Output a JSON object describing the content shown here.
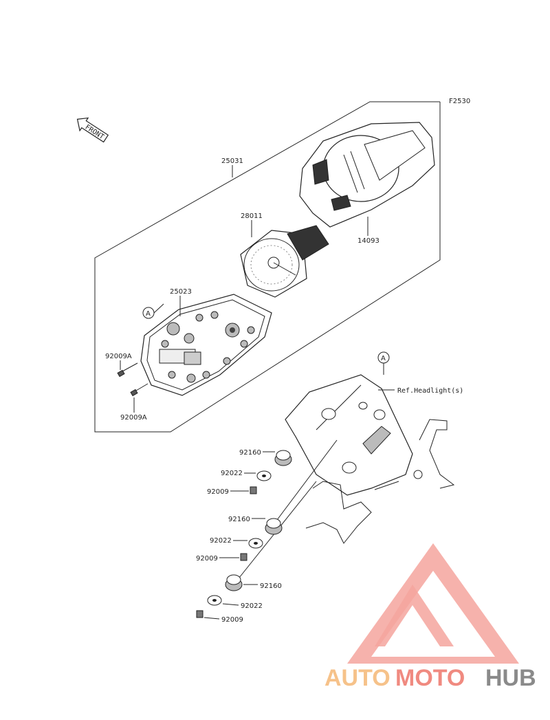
{
  "figure_code": "F2530",
  "front_arrow_label": "FRONT",
  "callout_letter": "A",
  "ref_note": "Ref.Headlight(s)",
  "parts": {
    "meter_assy": "25031",
    "cover": "14093",
    "panel": "28011",
    "case": "25023",
    "screw_upper": "92009A",
    "screw_lower": "92009A",
    "damper_1": "92160",
    "washer_1": "92022",
    "screw_1": "92009",
    "damper_2": "92160",
    "washer_2": "92022",
    "screw_2": "92009",
    "damper_3": "92160",
    "washer_3": "92022",
    "screw_3": "92009"
  },
  "watermark": {
    "part1": "AUTO",
    "part2": "MOTO",
    "part3": "HUB",
    "color_logo": "#f28b82",
    "color_auto": "#f6c28a",
    "color_moto": "#f08a80",
    "color_hub": "#8a8a8a"
  }
}
